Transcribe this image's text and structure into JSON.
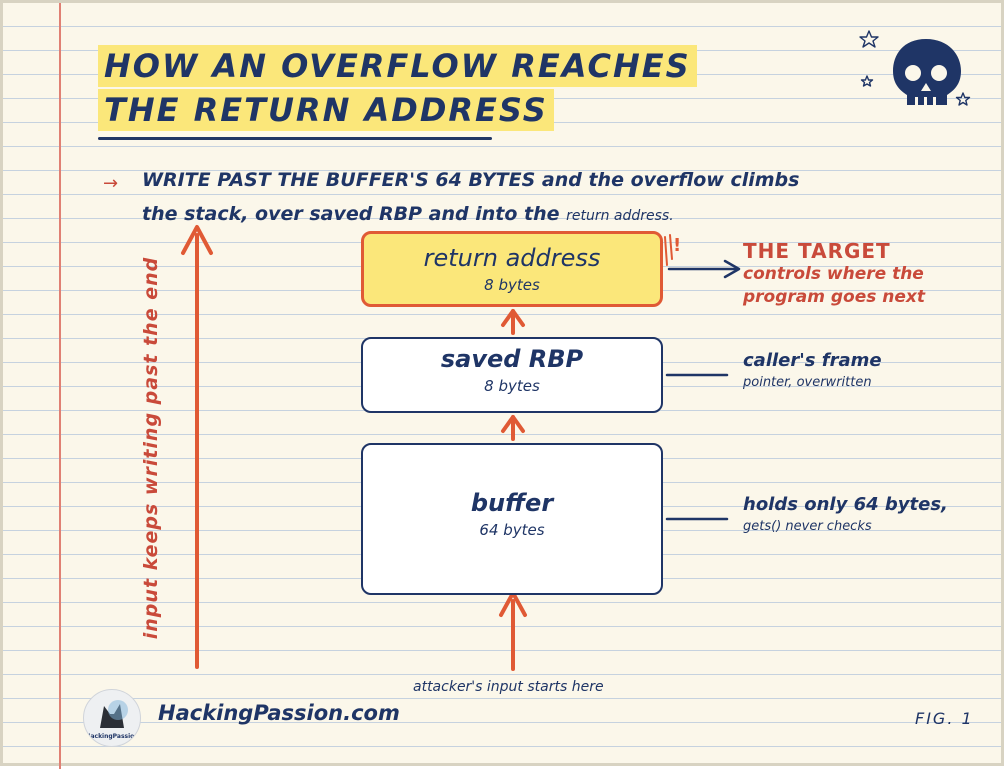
{
  "title": {
    "line1": "HOW AN OVERFLOW REACHES",
    "line2": "THE RETURN ADDRESS"
  },
  "intro": {
    "arrow": "→",
    "line1": "WRITE PAST THE BUFFER'S 64 BYTES and the overflow climbs",
    "line2": "the stack, over saved RBP and into the",
    "line2_small": "return address."
  },
  "stack": [
    {
      "label": "return address",
      "size": "8 bytes"
    },
    {
      "label": "saved RBP",
      "size": "8 bytes"
    },
    {
      "label": "buffer",
      "size": "64 bytes"
    }
  ],
  "annotations": {
    "target_mark": "!",
    "target_title": "THE TARGET",
    "target_desc_line1": "controls where the",
    "target_desc_line2": "program goes next",
    "rbp_main": "caller's frame",
    "rbp_sub": "pointer, overwritten",
    "buffer_main": "holds only 64 bytes,",
    "buffer_sub": "gets() never checks"
  },
  "vertical_note": "input keeps writing past the end",
  "input_note": "attacker's input starts here",
  "footer": {
    "logo_text": "HackingPassion",
    "site": "HackingPassion.com",
    "fig": "FIG. 1"
  },
  "icons": {
    "decor": "skull-icon",
    "stars": "star-icon"
  },
  "colors": {
    "navy": "#1f3566",
    "red": "#c94a3a",
    "highlight": "#fbe77a",
    "paper": "#fbf7ea"
  }
}
